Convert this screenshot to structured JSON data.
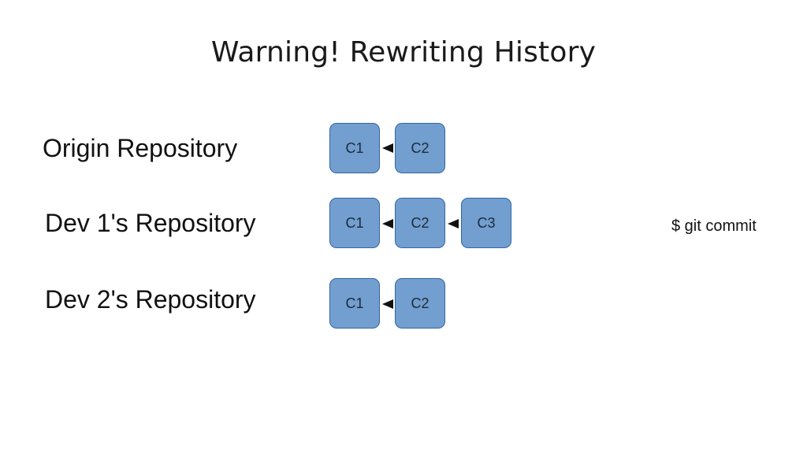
{
  "title": "Warning! Rewriting History",
  "repositories": [
    {
      "label": "Origin Repository",
      "commits": [
        "C1",
        "C2"
      ]
    },
    {
      "label": "Dev 1's Repository",
      "commits": [
        "C1",
        "C2",
        "C3"
      ]
    },
    {
      "label": "Dev 2's Repository",
      "commits": [
        "C1",
        "C2"
      ]
    }
  ],
  "command": "$ git commit",
  "colors": {
    "commit_fill": "#729fcf",
    "commit_border": "#3465a4",
    "arrow": "#111111"
  }
}
